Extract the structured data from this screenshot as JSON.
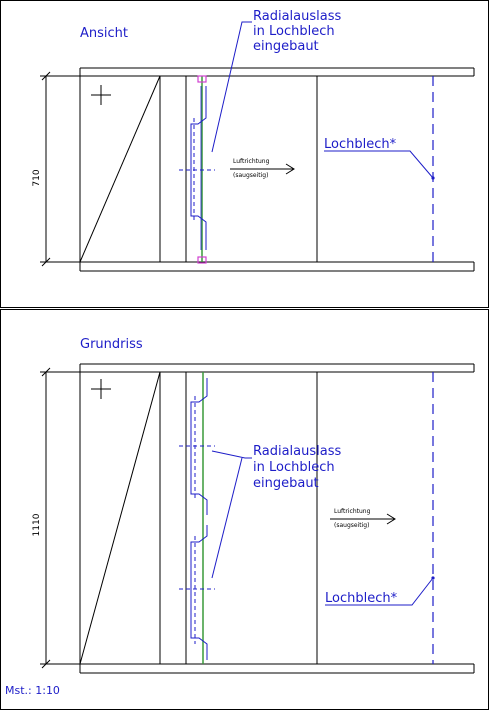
{
  "views": {
    "top": {
      "title": "Ansicht",
      "dimension": "710",
      "airflow_label": "Luftrichtung",
      "airflow_sub": "(saugseitig)",
      "callout_outlet": [
        "Radialauslass",
        "in Lochblech",
        "eingebaut"
      ],
      "callout_perforated": "Lochblech*"
    },
    "bottom": {
      "title": "Grundriss",
      "dimension": "1110",
      "airflow_label": "Luftrichtung",
      "airflow_sub": "(saugseitig)",
      "callout_outlet": [
        "Radialauslass",
        "in Lochblech",
        "eingebaut"
      ],
      "callout_perforated": "Lochblech*"
    }
  },
  "scale_note": "Mst.: 1:10",
  "colors": {
    "annotation": "#1d1dc8",
    "component_green": "#3a9a3a",
    "component_magenta": "#d040d0",
    "line": "#000000"
  }
}
